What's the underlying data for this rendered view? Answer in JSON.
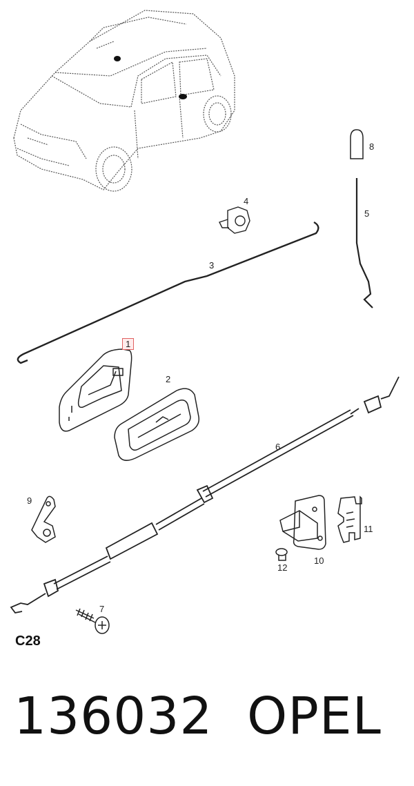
{
  "diagram": {
    "section_code": "C28",
    "callouts": [
      "1",
      "2",
      "3",
      "4",
      "5",
      "6",
      "7",
      "8",
      "9",
      "10",
      "11",
      "12"
    ],
    "highlighted_callout": "1"
  },
  "footer": {
    "part_number": "136032",
    "brand": "OPEL"
  }
}
